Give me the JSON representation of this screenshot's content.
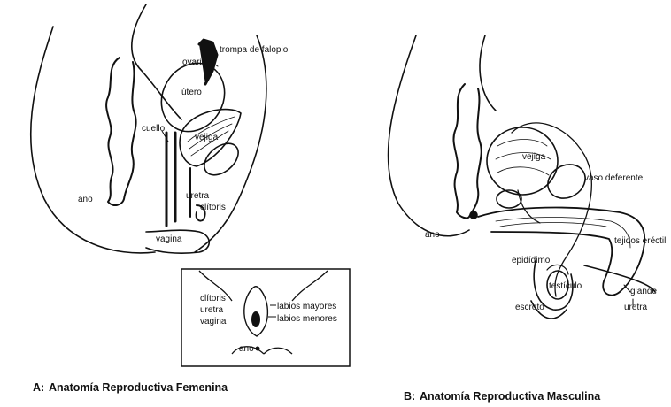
{
  "female": {
    "caption_letter": "A:",
    "caption": "Anatomía Reproductiva Femenina",
    "labels": {
      "trompa": "trompa de falopio",
      "ovario": "ovario",
      "utero": "útero",
      "cuello": "cuello",
      "vejiga": "vejiga",
      "uretra": "uretra",
      "clitoris": "clítoris",
      "ano": "ano",
      "vagina": "vagina"
    },
    "inset": {
      "clitoris": "clítoris",
      "uretra": "uretra",
      "vagina": "vagina",
      "labios_mayores": "labios mayores",
      "labios_menores": "labios menores",
      "ano": "ano"
    }
  },
  "male": {
    "caption_letter": "B:",
    "caption": "Anatomía Reproductiva Masculina",
    "labels": {
      "vejiga": "vejiga",
      "vaso_deferente": "vaso deferente",
      "ano": "ano",
      "tejidos_erectiles": "tejidos eréctil",
      "epididimo": "epidídimo",
      "testiculo": "testículo",
      "glande": "glande",
      "escroto": "escroto",
      "uretra": "uretra"
    }
  }
}
